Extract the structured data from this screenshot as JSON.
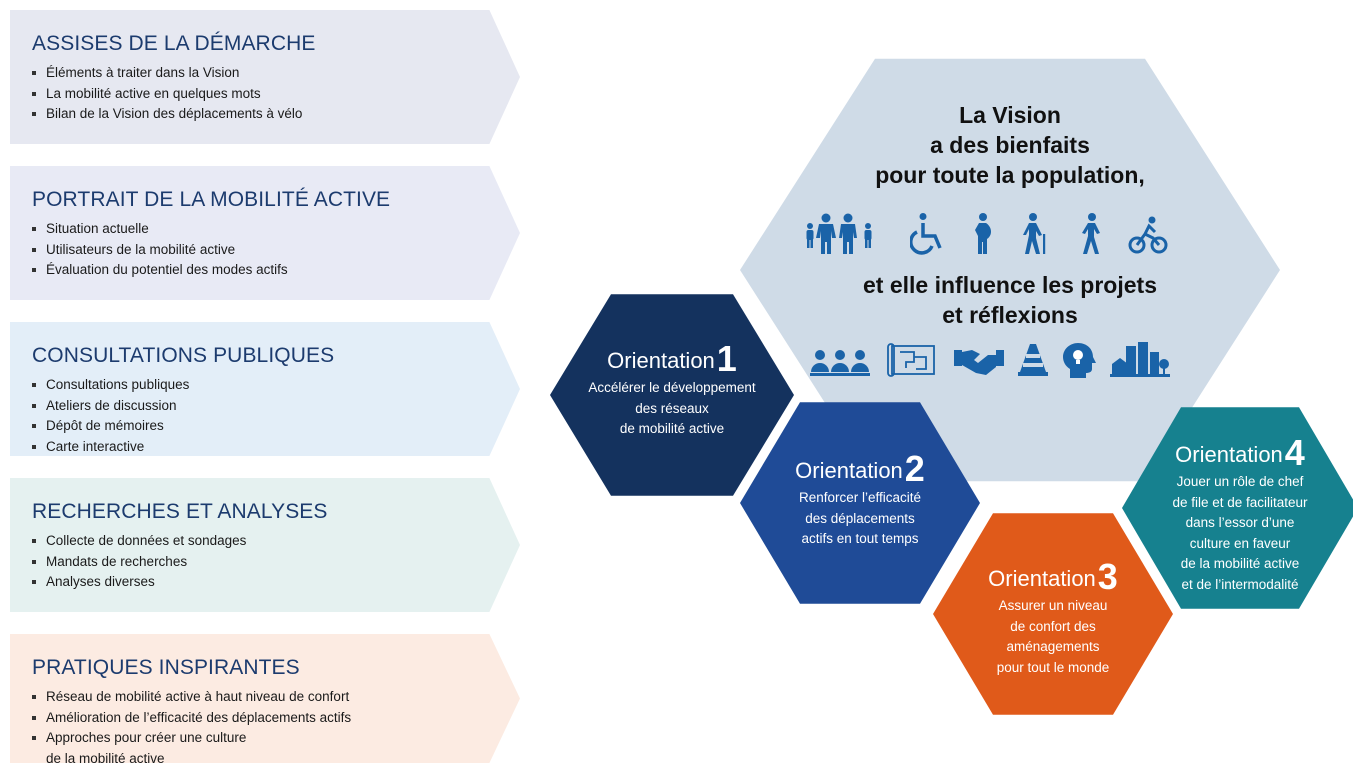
{
  "panels": [
    {
      "title": "ASSISES DE LA DÉMARCHE",
      "items": [
        "Éléments à traiter dans la Vision",
        "La mobilité active en quelques mots",
        "Bilan de la Vision des déplacements à vélo"
      ]
    },
    {
      "title": "PORTRAIT DE LA MOBILITÉ ACTIVE",
      "items": [
        "Situation actuelle",
        "Utilisateurs de la mobilité active",
        "Évaluation du potentiel des modes actifs"
      ]
    },
    {
      "title": "CONSULTATIONS PUBLIQUES",
      "items": [
        "Consultations publiques",
        "Ateliers de discussion",
        "Dépôt de mémoires",
        "Carte interactive"
      ]
    },
    {
      "title": "RECHERCHES ET ANALYSES",
      "items": [
        "Collecte de données et sondages",
        "Mandats de recherches",
        "Analyses diverses"
      ]
    },
    {
      "title": "PRATIQUES INSPIRANTES",
      "items": [
        "Réseau de mobilité active à haut niveau de confort",
        "Amélioration de l’efficacité des déplacements actifs",
        "Approches pour créer une culture",
        "de la mobilité active"
      ]
    }
  ],
  "vision": {
    "title_lines": [
      "La Vision",
      "a des bienfaits",
      "pour toute la population,"
    ],
    "influence_lines": [
      "et elle influence les projets",
      "et réflexions"
    ],
    "population_icons": [
      "family-icon",
      "wheelchair-icon",
      "pregnant-woman-icon",
      "elderly-cane-icon",
      "pedestrian-icon",
      "cyclist-icon"
    ],
    "project_icons": [
      "group-meeting-icon",
      "blueprint-icon",
      "handshake-icon",
      "traffic-cone-icon",
      "idea-head-icon",
      "city-icon"
    ],
    "icon_color": "#1a63a8"
  },
  "orientations": [
    {
      "label": "Orientation",
      "number": "1",
      "desc_lines": [
        "Accélérer le développement",
        "des réseaux",
        "de mobilité active"
      ],
      "color": "#14325e"
    },
    {
      "label": "Orientation",
      "number": "2",
      "desc_lines": [
        "Renforcer l’efficacité",
        "des déplacements",
        "actifs en tout temps"
      ],
      "color": "#1f4b97"
    },
    {
      "label": "Orientation",
      "number": "3",
      "desc_lines": [
        "Assurer un niveau",
        "de confort des",
        "aménagements",
        "pour tout le monde"
      ],
      "color": "#e05a1a"
    },
    {
      "label": "Orientation",
      "number": "4",
      "desc_lines": [
        "Jouer un rôle de chef",
        "de file et de facilitateur",
        "dans l’essor d’une",
        "culture en faveur",
        "de la mobilité active",
        "et de l’intermodalité"
      ],
      "color": "#16818f"
    }
  ]
}
